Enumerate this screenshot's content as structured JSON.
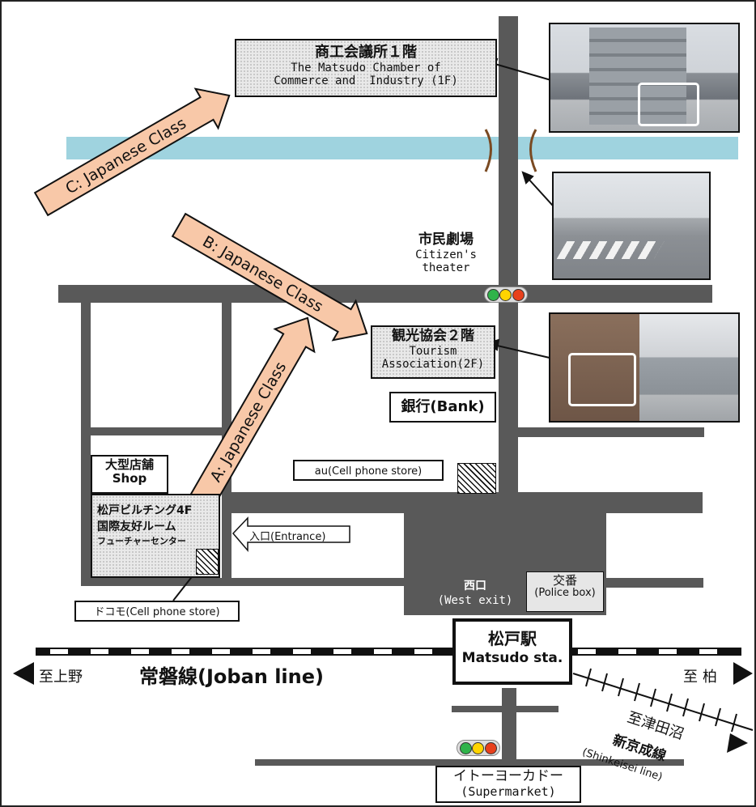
{
  "places": {
    "chamber": {
      "jp": "商工会議所１階",
      "en1": "The Matsudo Chamber of",
      "en2": "Commerce and  Industry (1F)"
    },
    "citizens_theater": {
      "jp": "市民劇場",
      "en1": "Citizen's",
      "en2": "theater"
    },
    "tourism": {
      "jp": "観光協会２階",
      "en1": "Tourism",
      "en2": "Association(2F)"
    },
    "bank": "銀行(Bank)",
    "shop": {
      "jp": "大型店舗",
      "en": "Shop"
    },
    "au": "au(Cell phone store)",
    "matsudo_building": {
      "line1": "松戸ビルチング4F",
      "line2": "国際友好ルーム",
      "line3": "フューチャーセンター"
    },
    "entrance": "入口(Entrance)",
    "docomo": "ドコモ(Cell phone store)",
    "west_exit": {
      "jp": "西口",
      "en": "(West exit)"
    },
    "koban": {
      "jp": "交番",
      "en": "(Police box)"
    },
    "station": {
      "jp": "松戸駅",
      "en": "Matsudo sta."
    },
    "supermarket": {
      "jp": "イトーヨーカドー",
      "en": "(Supermarket)"
    }
  },
  "routes": {
    "a": "A: Japanese Class",
    "b": "B: Japanese Class",
    "c": "C: Japanese Class"
  },
  "rail": {
    "ueno": "至上野",
    "joban": "常磐線(Joban line)",
    "kashiwa": "至柏",
    "tsudanuma": "至津田沼",
    "shinkeisei_jp": "新京成線",
    "shinkeisei_en": "(Shinkeisei line)"
  },
  "colors": {
    "river": "#9fd3df",
    "route_arrow": "#f8c8a8",
    "road": "#595959"
  }
}
